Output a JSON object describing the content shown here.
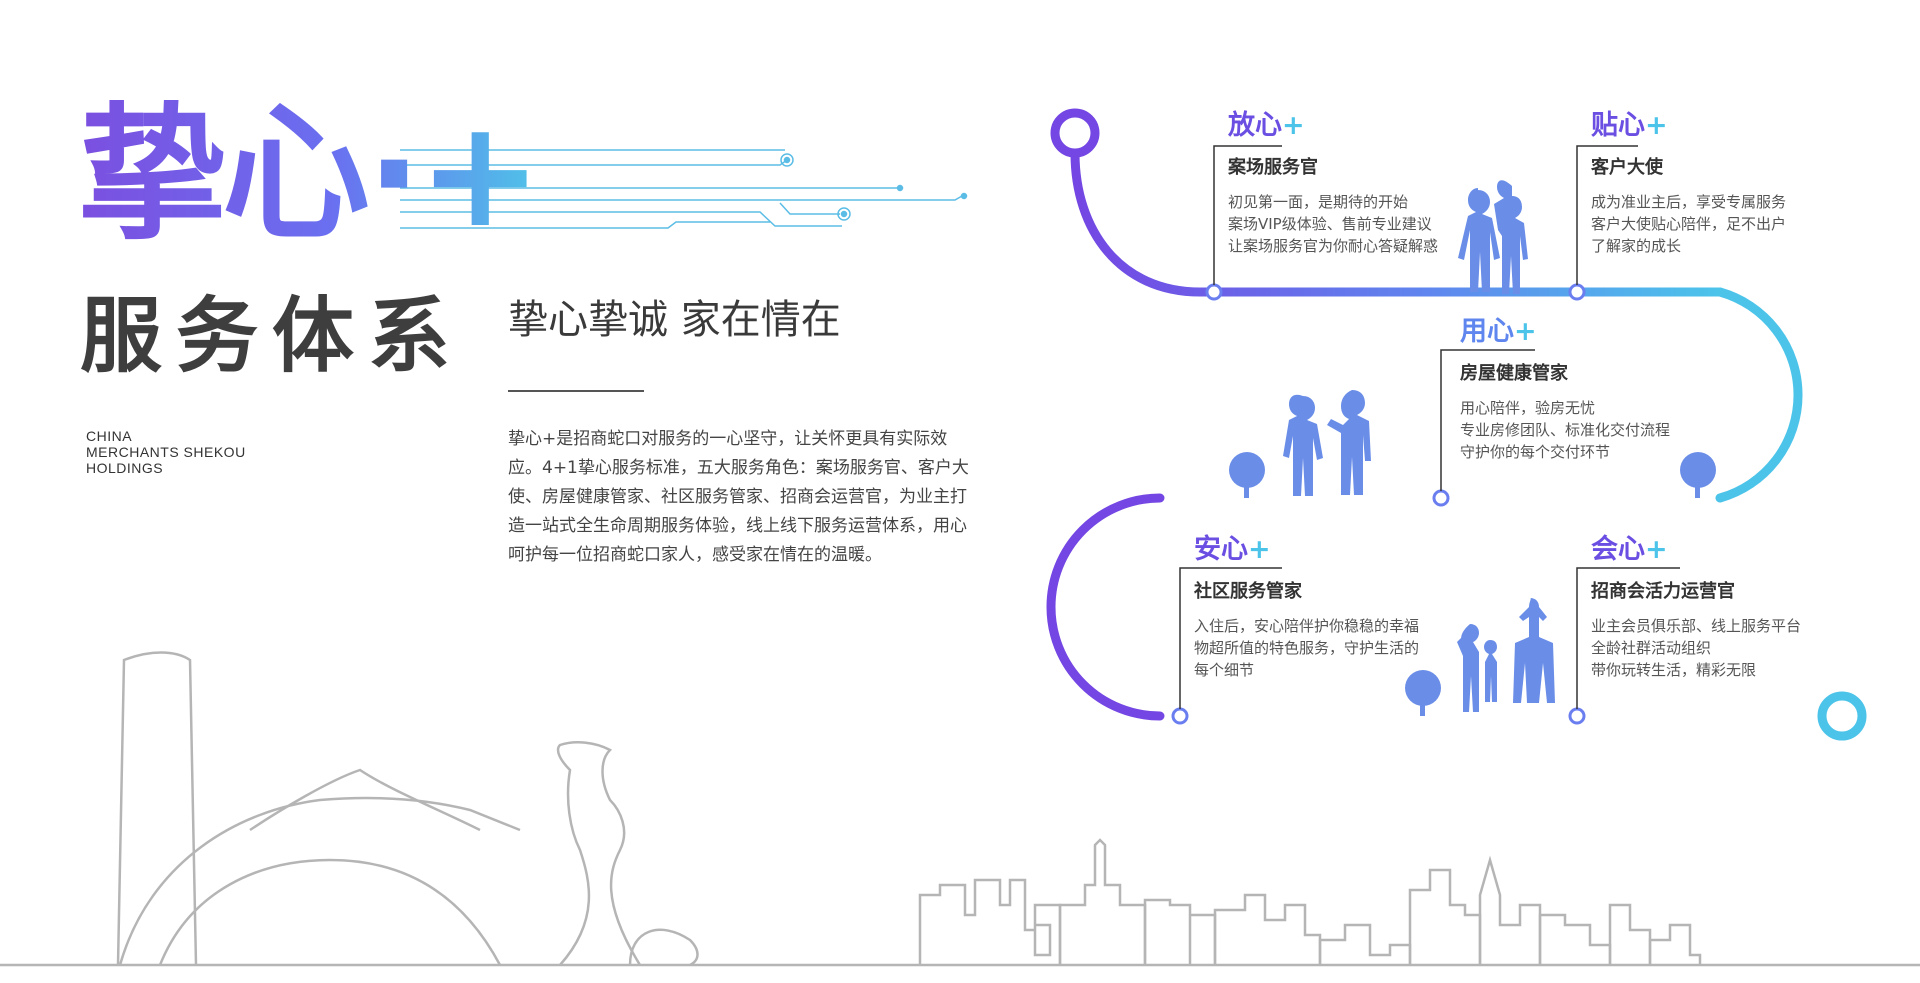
{
  "logo": {
    "text": "挚心·+"
  },
  "system_title": "服务体系",
  "brand_en": [
    "CHINA",
    "MERCHANTS SHEKOU",
    "HOLDINGS"
  ],
  "slogan": "挚心挚诚 家在情在",
  "intro": "挚心+是招商蛇口对服务的一心坚守，让关怀更具有实际效应。4+1挚心服务标准，五大服务角色：案场服务官、客户大使、房屋健康管家、社区服务管家、招商会运营官，为业主打造一站式全生命周期服务体验，线上线下服务运营体系，用心呵护每一位招商蛇口家人，感受家在情在的温暖。",
  "colors": {
    "purple": "#7446e3",
    "blue": "#5f86ee",
    "cyan": "#4cc4ea",
    "gray_line": "#b5b5b5"
  },
  "services": [
    {
      "title": "放心",
      "plus": "+",
      "role": "案场服务官",
      "desc": [
        "初见第一面，是期待的开始",
        "案场VIP级体验、售前专业建议",
        "让案场服务官为你耐心答疑解惑"
      ]
    },
    {
      "title": "贴心",
      "plus": "+",
      "role": "客户大使",
      "desc": [
        "成为准业主后，享受专属服务",
        "客户大使贴心陪伴，足不出户",
        "了解家的成长"
      ]
    },
    {
      "title": "用心",
      "plus": "+",
      "role": "房屋健康管家",
      "desc": [
        "用心陪伴，验房无忧",
        "专业房修团队、标准化交付流程",
        "守护你的每个交付环节"
      ]
    },
    {
      "title": "安心",
      "plus": "+",
      "role": "社区服务管家",
      "desc": [
        "入住后，安心陪伴护你稳稳的幸福",
        "物超所值的特色服务，守护生活的",
        "每个细节"
      ]
    },
    {
      "title": "会心",
      "plus": "+",
      "role": "招商会活力运营官",
      "desc": [
        "业主会员俱乐部、线上服务平台",
        "全龄社群活动组织",
        "带你玩转生活，精彩无限"
      ]
    }
  ]
}
